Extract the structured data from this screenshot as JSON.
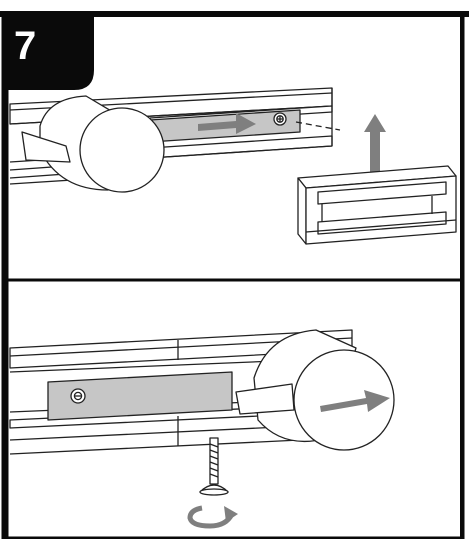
{
  "step": {
    "number": "7"
  },
  "side_caption": "",
  "colors": {
    "frame": "#0a0a0a",
    "badge": "#0a0a0a",
    "arrow": "#7f7f7f",
    "bracket": "#c6c6c6",
    "outline": "#222222",
    "background": "#ffffff"
  },
  "panels": [
    {
      "id": "top",
      "arrows": [
        "slide-right",
        "lift-up"
      ]
    },
    {
      "id": "bottom",
      "arrows": [
        "slide-right",
        "rotate-bolt"
      ]
    }
  ]
}
